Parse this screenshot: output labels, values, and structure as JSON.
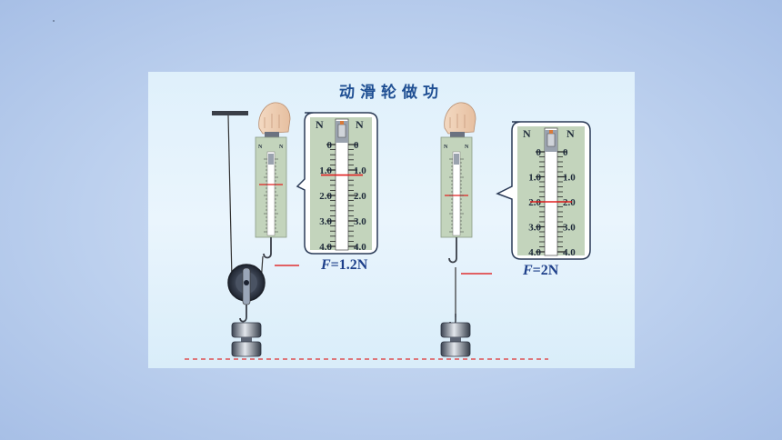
{
  "slide": {
    "title": "动滑轮做功",
    "left_experiment": {
      "force_symbol": "F",
      "force_value": "=1.2N",
      "reading": 1.2,
      "scale_max": 4.0
    },
    "right_experiment": {
      "force_symbol": "F",
      "force_value": "=2N",
      "reading": 2.0,
      "scale_max": 4.0
    },
    "scale": {
      "unit_left": "N",
      "unit_right": "N",
      "tick_labels": [
        "0",
        "1.0",
        "2.0",
        "3.0",
        "4.0"
      ]
    }
  },
  "colors": {
    "frame": "#aec4e8",
    "panel": "#e3f2fc",
    "title": "#1f4f93",
    "scale_body": "#c3d4bc",
    "reading_line": "#e02020",
    "baseline": "#e03030"
  }
}
